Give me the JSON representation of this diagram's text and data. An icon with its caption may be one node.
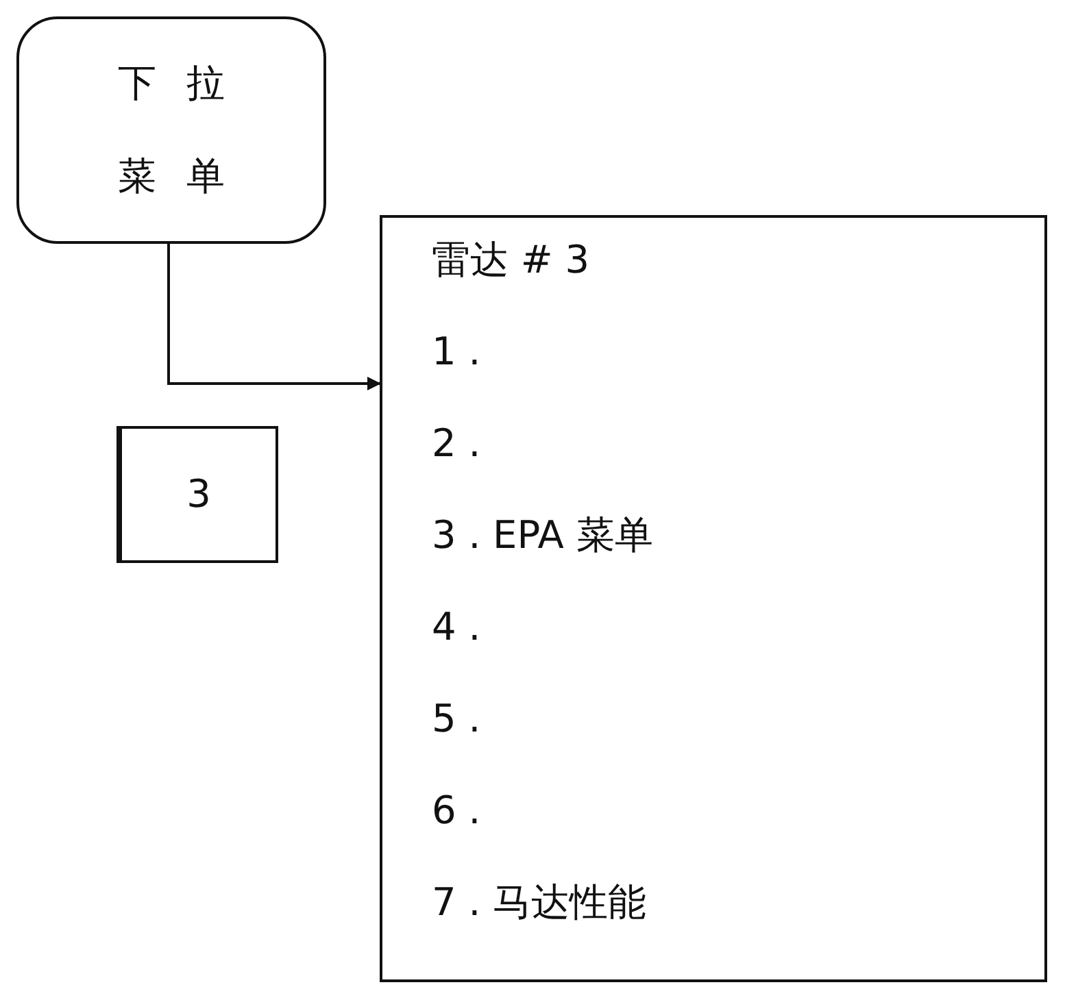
{
  "diagram": {
    "nodes": [
      {
        "text": [
          "下拉菜单"
        ]
      },
      {
        "text": [
          "雷达 # 3",
          "1 .",
          "2 .",
          "3 . EPA 菜单",
          "4 .",
          "5 .",
          "6 .",
          "7 . 马达性能"
        ]
      },
      {
        "text": [
          "3"
        ]
      }
    ],
    "edges": [
      {
        "from": 0,
        "to": 1,
        "arrow": "to"
      }
    ]
  }
}
